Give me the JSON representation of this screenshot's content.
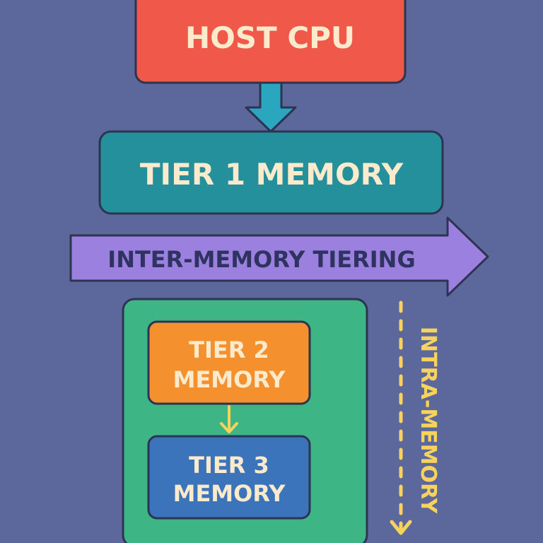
{
  "nodes": {
    "host_cpu": {
      "label": "HOST CPU",
      "color": "#f0584a"
    },
    "tier1": {
      "label": "TIER 1 MEMORY",
      "color": "#23909b"
    },
    "tier2": {
      "line1": "TIER 2",
      "line2": "MEMORY",
      "color": "#f5902f"
    },
    "tier3": {
      "line1": "TIER 3",
      "line2": "MEMORY",
      "color": "#3b74bb"
    },
    "container": {
      "color": "#3db585"
    }
  },
  "arrows": {
    "inter": {
      "label": "INTER-MEMORY TIERING",
      "color": "#9b80e0"
    },
    "intra": {
      "label": "INTRA-MEMORY",
      "color": "#f8d35c"
    },
    "cpu_to_tier1": {
      "color": "#2ba6bf"
    }
  },
  "colors": {
    "background": "#5c689c",
    "outline": "#2e3352",
    "text_light": "#fbeacb",
    "text_dark": "#2e3360"
  }
}
